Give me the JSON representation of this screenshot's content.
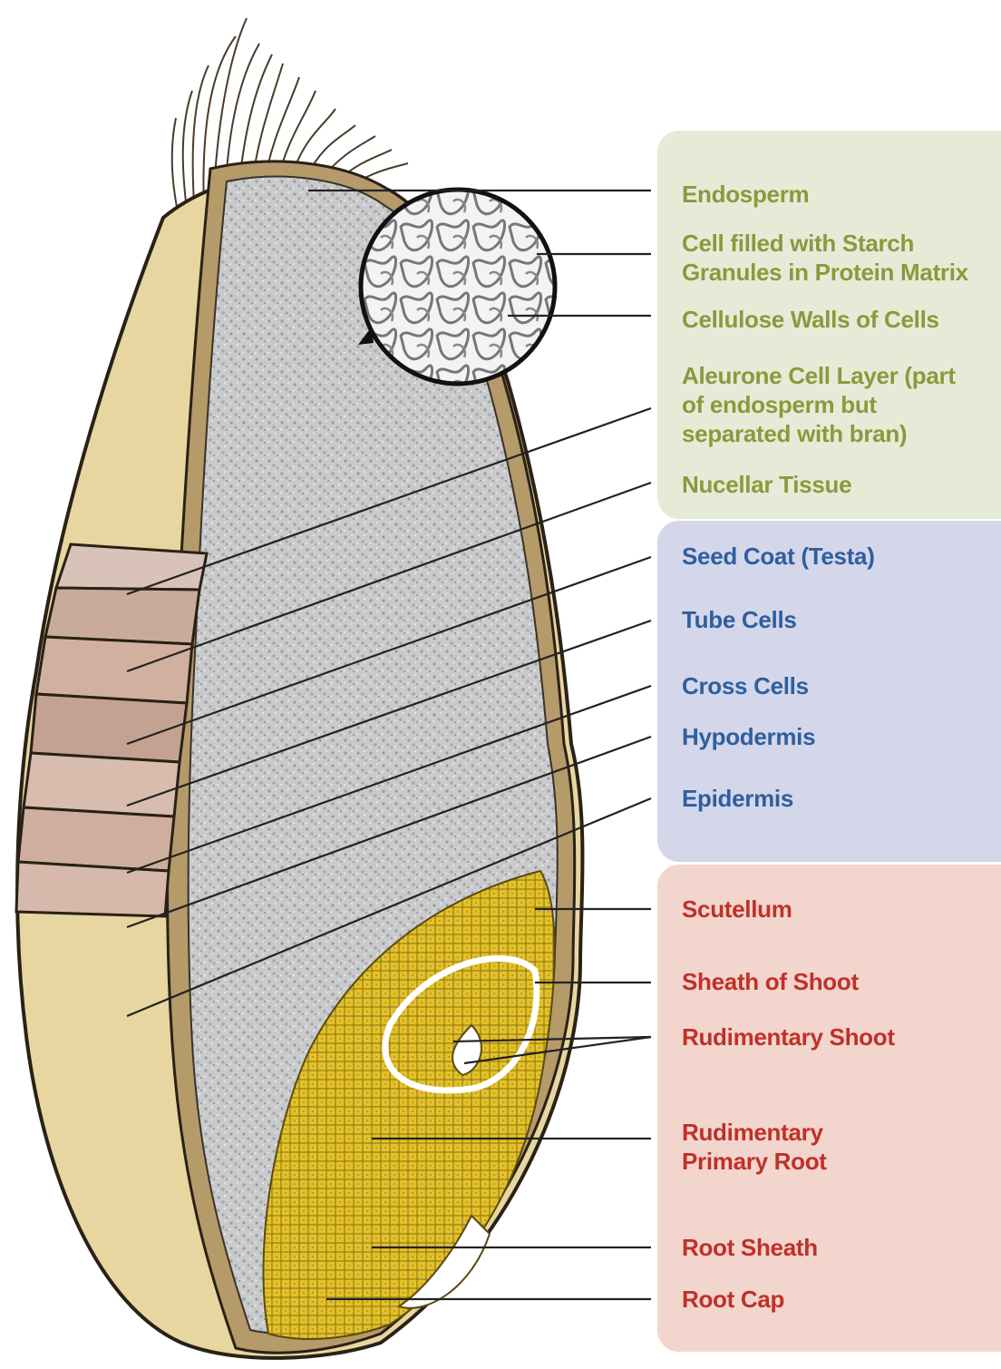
{
  "colors": {
    "green_panel": "#e8ead8",
    "blue_panel": "#d4d6ea",
    "red_panel": "#f2d5cc",
    "green_text": "#8a9a3c",
    "blue_text": "#2e5f9e",
    "red_text": "#c0302a",
    "husk": "#e7d6a0",
    "endosperm": "#c9cacc",
    "embryo": "#e2c12a"
  },
  "groups": {
    "endosperm": {
      "labels": [
        "Endosperm",
        "Cell filled with Starch\nGranules in Protein Matrix",
        "Cellulose Walls of Cells",
        "Aleurone Cell Layer (part\nof endosperm but\nseparated with bran)",
        "Nucellar Tissue"
      ]
    },
    "bran": {
      "labels": [
        "Seed Coat (Testa)",
        "Tube Cells",
        "Cross Cells",
        "Hypodermis",
        "Epidermis"
      ]
    },
    "germ": {
      "labels": [
        "Scutellum",
        "Sheath of Shoot",
        "Rudimentary Shoot",
        "Rudimentary\nPrimary Root",
        "Root Sheath",
        "Root Cap"
      ]
    }
  }
}
